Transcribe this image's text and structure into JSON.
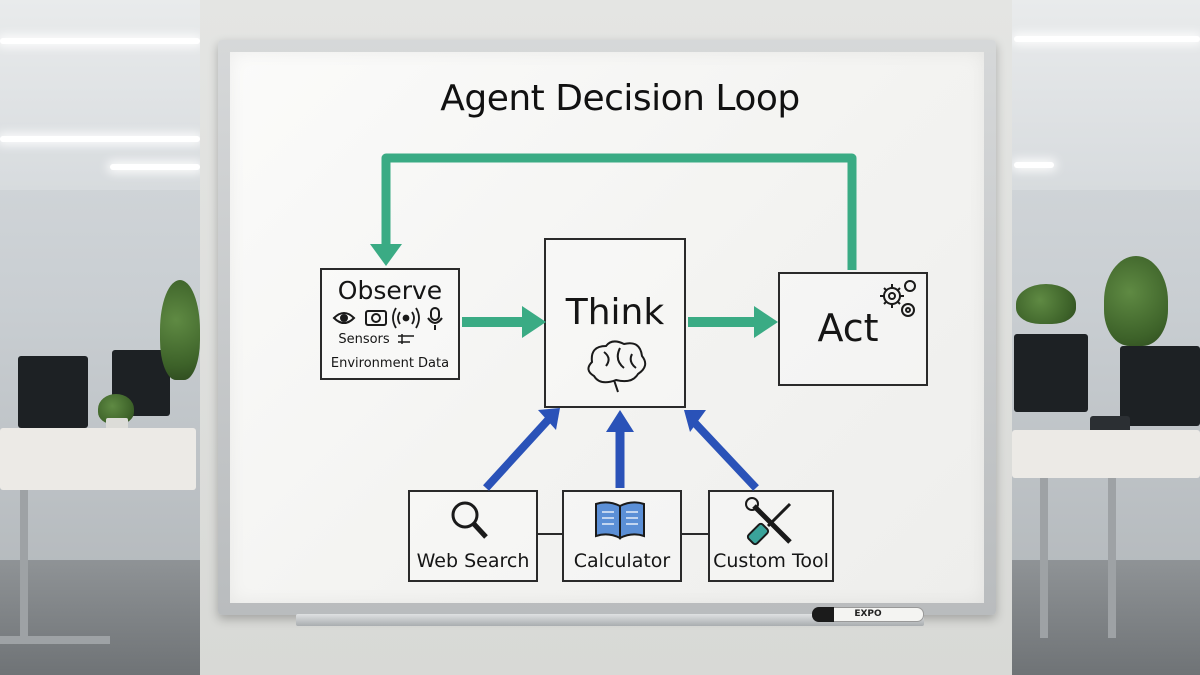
{
  "diagram": {
    "title": "Agent Decision Loop",
    "observe": {
      "label": "Observe",
      "sub1": "Sensors",
      "sub2": "Environment Data",
      "icons": [
        "eye-icon",
        "camera-icon",
        "signal-icon",
        "microphone-icon"
      ]
    },
    "think": {
      "label": "Think",
      "icon": "brain-icon"
    },
    "act": {
      "label": "Act",
      "icon": "gears-icon"
    },
    "tools": [
      {
        "label": "Web Search",
        "icon": "magnifier-icon"
      },
      {
        "label": "Calculator",
        "icon": "book-icon"
      },
      {
        "label": "Custom Tool",
        "icon": "wrench-screwdriver-icon"
      }
    ],
    "marker_label": "EXPO",
    "colors": {
      "feedback_arrow": "#3aab84",
      "tool_arrow": "#2a52b8",
      "ink": "#1a1a1a"
    }
  }
}
